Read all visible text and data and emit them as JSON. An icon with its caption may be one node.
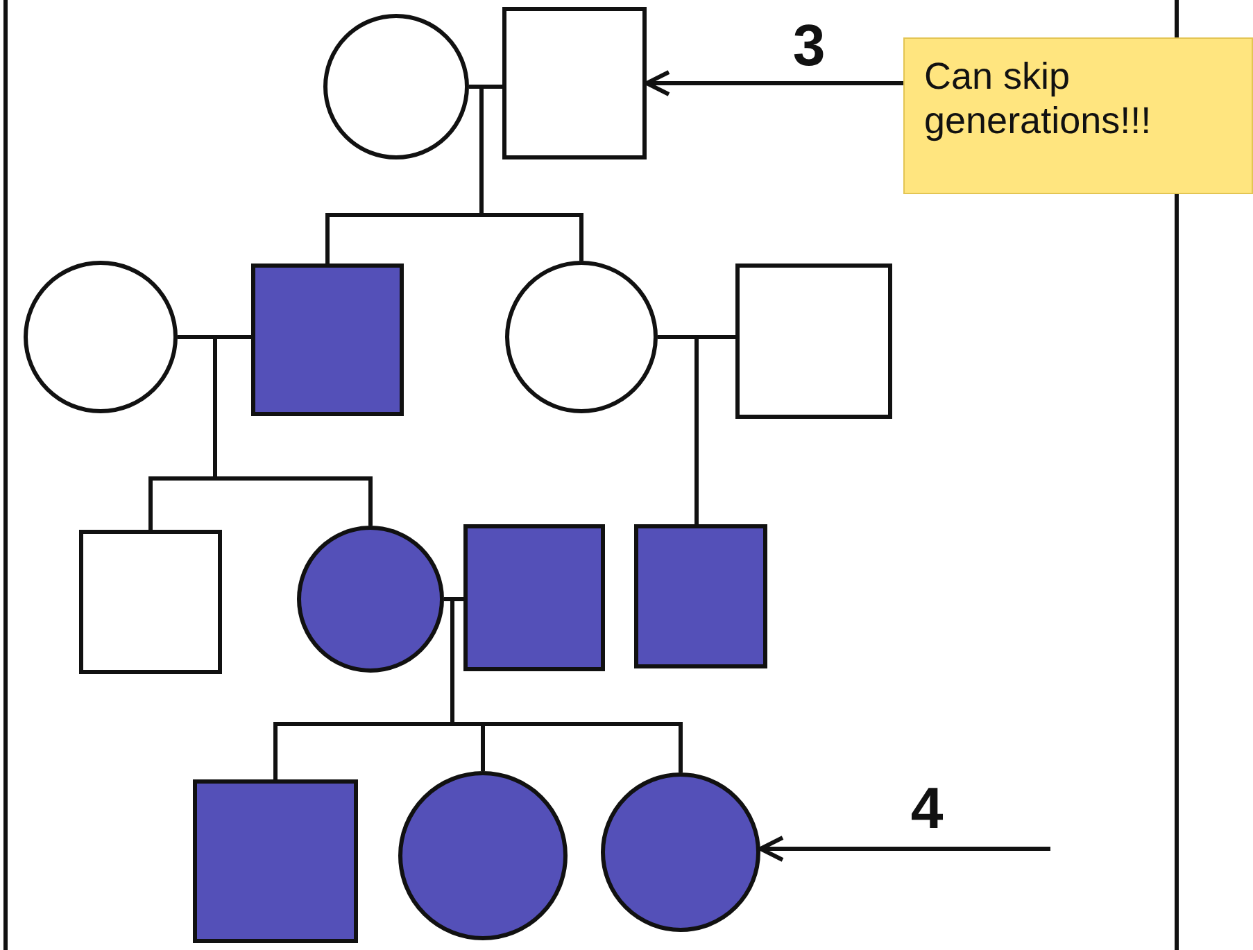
{
  "diagram": {
    "nodes": [
      {
        "text": [],
        "shape": "circle"
      },
      {
        "text": [],
        "shape": "box"
      },
      {
        "text": [
          "Can skip generations!!!"
        ]
      },
      {
        "text": [],
        "shape": "circle"
      },
      {
        "text": [],
        "shape": "box"
      },
      {
        "text": [],
        "shape": "circle"
      },
      {
        "text": [],
        "shape": "box"
      },
      {
        "text": [],
        "shape": "box"
      },
      {
        "text": [],
        "shape": "circle"
      },
      {
        "text": [],
        "shape": "box"
      },
      {
        "text": [],
        "shape": "box"
      },
      {
        "text": [],
        "shape": "box"
      },
      {
        "text": [],
        "shape": "circle"
      },
      {
        "text": [],
        "shape": "circle"
      }
    ],
    "edges": [
      {
        "from": 0,
        "to": 1,
        "arrow": "none"
      },
      {
        "from": 2,
        "to": 1,
        "arrow": "to",
        "label": "3"
      },
      {
        "from": 0,
        "to": 4,
        "arrow": "none"
      },
      {
        "from": 1,
        "to": 4,
        "arrow": "none"
      },
      {
        "from": 0,
        "to": 5,
        "arrow": "none"
      },
      {
        "from": 1,
        "to": 5,
        "arrow": "none"
      },
      {
        "from": 3,
        "to": 4,
        "arrow": "none"
      },
      {
        "from": 5,
        "to": 6,
        "arrow": "none"
      },
      {
        "from": 3,
        "to": 7,
        "arrow": "none"
      },
      {
        "from": 4,
        "to": 7,
        "arrow": "none"
      },
      {
        "from": 3,
        "to": 8,
        "arrow": "none"
      },
      {
        "from": 4,
        "to": 8,
        "arrow": "none"
      },
      {
        "from": 5,
        "to": 10,
        "arrow": "none"
      },
      {
        "from": 6,
        "to": 10,
        "arrow": "none"
      },
      {
        "from": 8,
        "to": 9,
        "arrow": "none"
      },
      {
        "from": 8,
        "to": 11,
        "arrow": "none"
      },
      {
        "from": 9,
        "to": 11,
        "arrow": "none"
      },
      {
        "from": 8,
        "to": 12,
        "arrow": "none"
      },
      {
        "from": 9,
        "to": 12,
        "arrow": "none"
      },
      {
        "from": 8,
        "to": 13,
        "arrow": "none"
      },
      {
        "from": 9,
        "to": 13,
        "arrow": "none"
      },
      {
        "from": null,
        "to": 13,
        "arrow": "to",
        "label": "4"
      }
    ]
  }
}
